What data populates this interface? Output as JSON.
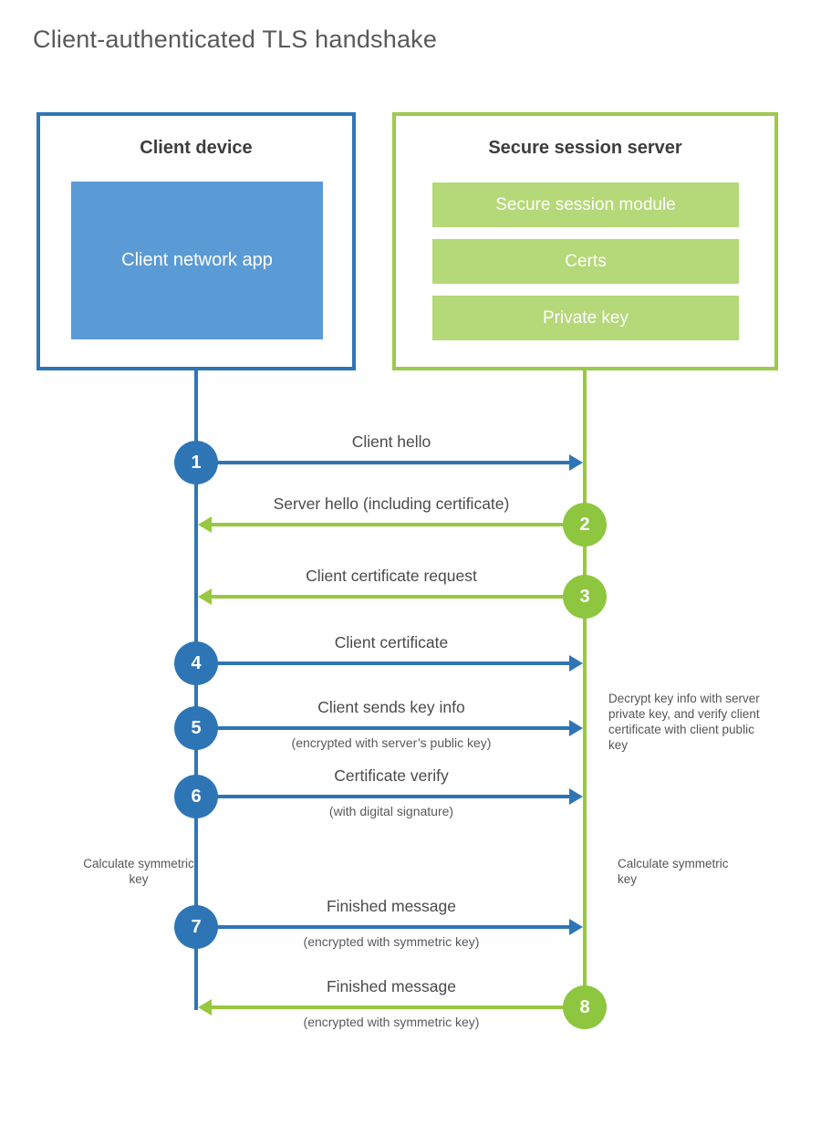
{
  "title": "Client-authenticated TLS handshake",
  "client": {
    "title": "Client device",
    "app_label": "Client network app"
  },
  "server": {
    "title": "Secure session server",
    "modules": [
      "Secure session module",
      "Certs",
      "Private key"
    ]
  },
  "messages": [
    {
      "step": "1",
      "label": "Client hello",
      "note": "",
      "direction": "client-to-server"
    },
    {
      "step": "2",
      "label": "Server hello (including certificate)",
      "note": "",
      "direction": "server-to-client"
    },
    {
      "step": "3",
      "label": "Client certificate request",
      "note": "",
      "direction": "server-to-client"
    },
    {
      "step": "4",
      "label": "Client certificate",
      "note": "",
      "direction": "client-to-server"
    },
    {
      "step": "5",
      "label": "Client sends key info",
      "note": "(encrypted with server’s public key)",
      "direction": "client-to-server"
    },
    {
      "step": "6",
      "label": "Certificate verify",
      "note": "(with digital signature)",
      "direction": "client-to-server"
    },
    {
      "step": "7",
      "label": "Finished message",
      "note": "(encrypted with symmetric key)",
      "direction": "client-to-server"
    },
    {
      "step": "8",
      "label": "Finished message",
      "note": "(encrypted with symmetric key)",
      "direction": "server-to-client"
    }
  ],
  "annotations": {
    "decrypt_note": "Decrypt key info with server private key, and verify client certificate with client public key",
    "calc_left": "Calculate symmetric key",
    "calc_right": "Calculate symmetric key"
  },
  "colors": {
    "client_primary": "#2e75b6",
    "client_fill": "#5b9bd5",
    "server_primary": "#97c83f",
    "server_fill": "#b5d878"
  }
}
